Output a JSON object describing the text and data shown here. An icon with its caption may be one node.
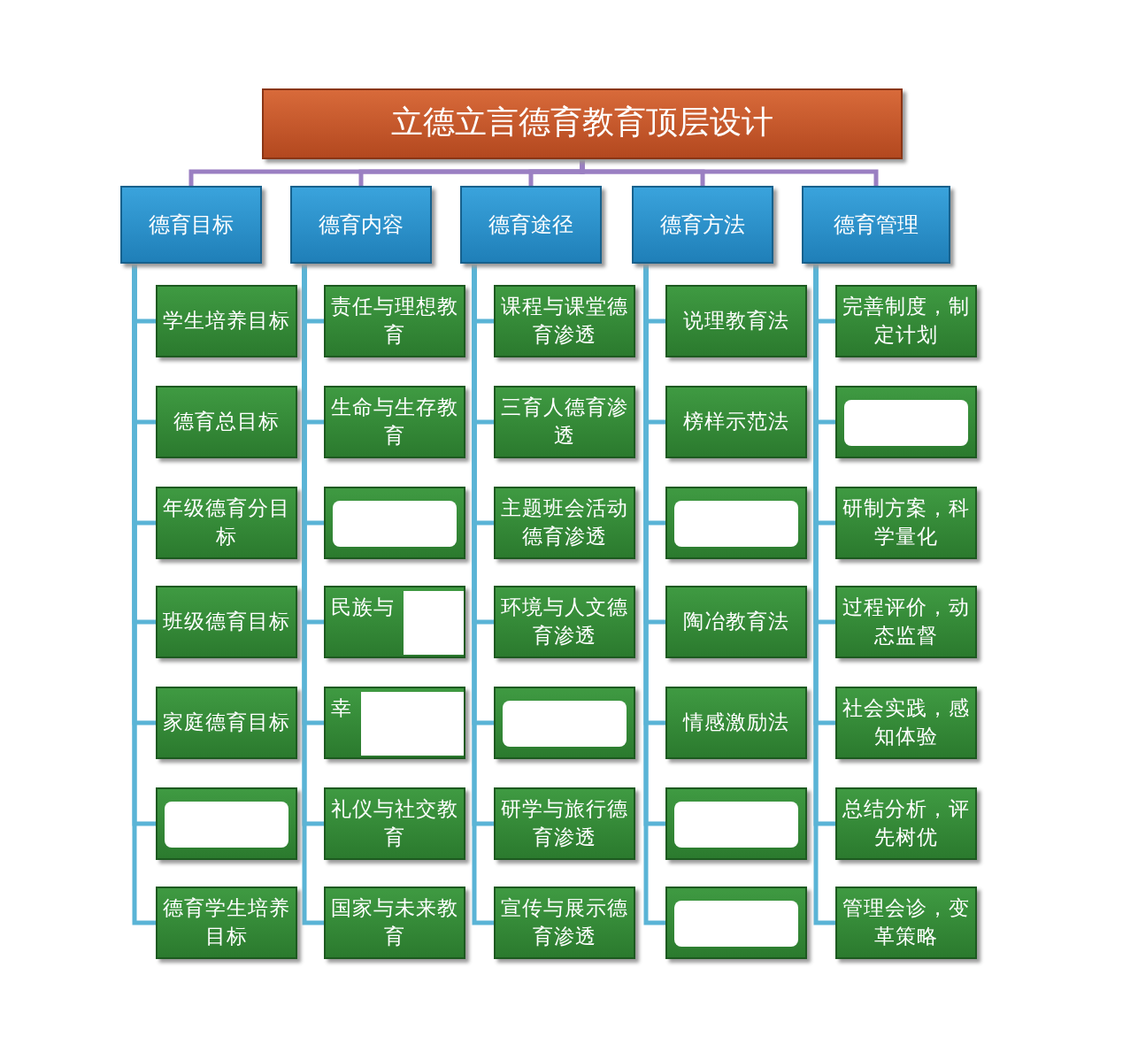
{
  "diagram": {
    "nodes": [
      {
        "text": [
          "立德立言德育教育顶层设计"
        ]
      },
      {
        "text": [
          "德育目标"
        ]
      },
      {
        "text": [
          "德育内容"
        ]
      },
      {
        "text": [
          "德育途径"
        ]
      },
      {
        "text": [
          "德育方法"
        ]
      },
      {
        "text": [
          "德育管理"
        ]
      },
      {
        "text": [
          "学生培养目标"
        ]
      },
      {
        "text": [
          "德育总目标"
        ]
      },
      {
        "text": [
          "年级德育分目标"
        ]
      },
      {
        "text": [
          "班级德育目标"
        ]
      },
      {
        "text": [
          "家庭德育目标"
        ]
      },
      {
        "text": [],
        "shape": "box"
      },
      {
        "text": [
          "德育学生培养目标"
        ]
      },
      {
        "text": [
          "责任与理想教育"
        ]
      },
      {
        "text": [
          "生命与生存教育"
        ]
      },
      {
        "text": [],
        "shape": "box"
      },
      {
        "text": [
          "民族与"
        ]
      },
      {
        "text": [
          "幸"
        ]
      },
      {
        "text": [
          "礼仪与社交教育"
        ]
      },
      {
        "text": [
          "国家与未来教育"
        ]
      },
      {
        "text": [
          "课程与课堂德育渗透"
        ]
      },
      {
        "text": [
          "三育人德育渗透"
        ]
      },
      {
        "text": [
          "主题班会活动德育渗透"
        ]
      },
      {
        "text": [
          "环境与人文德育渗透"
        ]
      },
      {
        "text": [],
        "shape": "box"
      },
      {
        "text": [
          "研学与旅行德育渗透"
        ]
      },
      {
        "text": [
          "宣传与展示德育渗透"
        ]
      },
      {
        "text": [
          "说理教育法"
        ]
      },
      {
        "text": [
          "榜样示范法"
        ]
      },
      {
        "text": [],
        "shape": "box"
      },
      {
        "text": [
          "陶冶教育法"
        ]
      },
      {
        "text": [
          "情感激励法"
        ]
      },
      {
        "text": [],
        "shape": "box"
      },
      {
        "text": [],
        "shape": "box"
      },
      {
        "text": [
          "完善制度，制定计划"
        ]
      },
      {
        "text": [],
        "shape": "box"
      },
      {
        "text": [
          "研制方案，科学量化"
        ]
      },
      {
        "text": [
          "过程评价，动态监督"
        ]
      },
      {
        "text": [
          "社会实践，感知体验"
        ]
      },
      {
        "text": [
          "总结分析，评先树优"
        ]
      },
      {
        "text": [
          "管理会诊，变革策略"
        ]
      }
    ],
    "edges": [
      {
        "from": 0,
        "to": 1,
        "arrow": "none"
      },
      {
        "from": 0,
        "to": 2,
        "arrow": "none"
      },
      {
        "from": 0,
        "to": 3,
        "arrow": "none"
      },
      {
        "from": 0,
        "to": 4,
        "arrow": "none"
      },
      {
        "from": 0,
        "to": 5,
        "arrow": "none"
      },
      {
        "from": 1,
        "to": 6,
        "arrow": "none"
      },
      {
        "from": 1,
        "to": 7,
        "arrow": "none"
      },
      {
        "from": 1,
        "to": 8,
        "arrow": "none"
      },
      {
        "from": 1,
        "to": 9,
        "arrow": "none"
      },
      {
        "from": 1,
        "to": 10,
        "arrow": "none"
      },
      {
        "from": 1,
        "to": 11,
        "arrow": "none"
      },
      {
        "from": 1,
        "to": 12,
        "arrow": "none"
      },
      {
        "from": 2,
        "to": 13,
        "arrow": "none"
      },
      {
        "from": 2,
        "to": 14,
        "arrow": "none"
      },
      {
        "from": 2,
        "to": 15,
        "arrow": "none"
      },
      {
        "from": 2,
        "to": 16,
        "arrow": "none"
      },
      {
        "from": 2,
        "to": 17,
        "arrow": "none"
      },
      {
        "from": 2,
        "to": 18,
        "arrow": "none"
      },
      {
        "from": 2,
        "to": 19,
        "arrow": "none"
      },
      {
        "from": 3,
        "to": 20,
        "arrow": "none"
      },
      {
        "from": 3,
        "to": 21,
        "arrow": "none"
      },
      {
        "from": 3,
        "to": 22,
        "arrow": "none"
      },
      {
        "from": 3,
        "to": 23,
        "arrow": "none"
      },
      {
        "from": 3,
        "to": 24,
        "arrow": "none"
      },
      {
        "from": 3,
        "to": 25,
        "arrow": "none"
      },
      {
        "from": 3,
        "to": 26,
        "arrow": "none"
      },
      {
        "from": 4,
        "to": 27,
        "arrow": "none"
      },
      {
        "from": 4,
        "to": 28,
        "arrow": "none"
      },
      {
        "from": 4,
        "to": 29,
        "arrow": "none"
      },
      {
        "from": 4,
        "to": 30,
        "arrow": "none"
      },
      {
        "from": 4,
        "to": 31,
        "arrow": "none"
      },
      {
        "from": 4,
        "to": 32,
        "arrow": "none"
      },
      {
        "from": 4,
        "to": 33,
        "arrow": "none"
      },
      {
        "from": 5,
        "to": 34,
        "arrow": "none"
      },
      {
        "from": 5,
        "to": 35,
        "arrow": "none"
      },
      {
        "from": 5,
        "to": 36,
        "arrow": "none"
      },
      {
        "from": 5,
        "to": 37,
        "arrow": "none"
      },
      {
        "from": 5,
        "to": 38,
        "arrow": "none"
      },
      {
        "from": 5,
        "to": 39,
        "arrow": "none"
      },
      {
        "from": 5,
        "to": 40,
        "arrow": "none"
      }
    ]
  }
}
